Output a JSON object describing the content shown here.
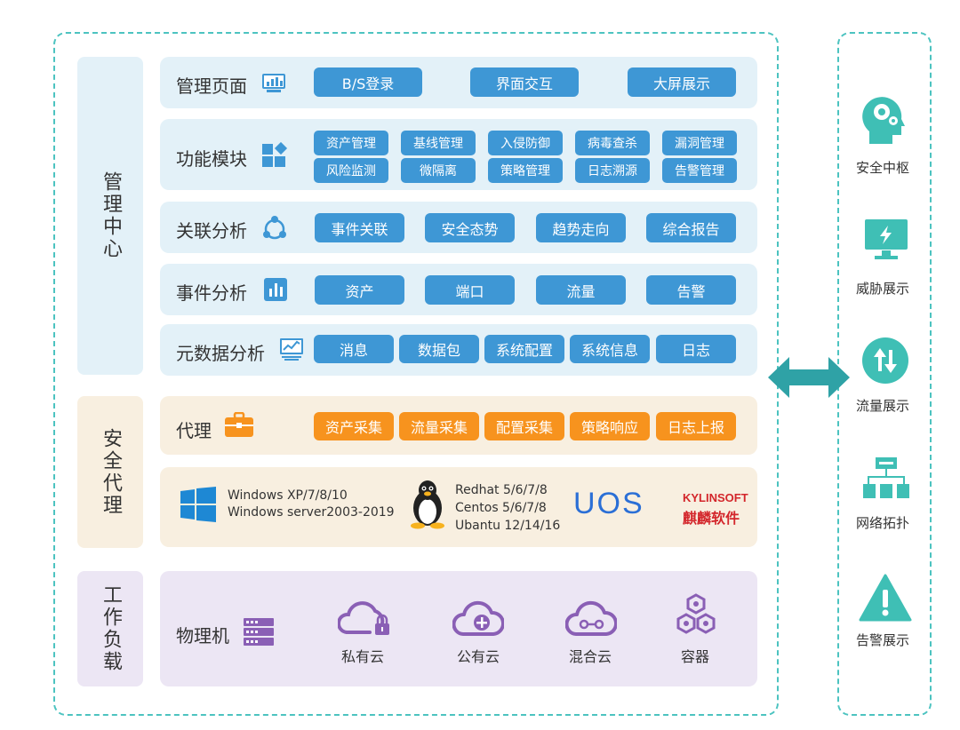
{
  "sections": {
    "management": "管理中心",
    "agent": "安全代理",
    "workload": "工作负载"
  },
  "rows": {
    "page": {
      "title": "管理页面",
      "chips": [
        "B/S登录",
        "界面交互",
        "大屏展示"
      ]
    },
    "modules": {
      "title": "功能模块",
      "chips": [
        "资产管理",
        "基线管理",
        "入侵防御",
        "病毒查杀",
        "漏洞管理",
        "风险监测",
        "微隔离",
        "策略管理",
        "日志溯源",
        "告警管理"
      ]
    },
    "correlation": {
      "title": "关联分析",
      "chips": [
        "事件关联",
        "安全态势",
        "趋势走向",
        "综合报告"
      ]
    },
    "event": {
      "title": "事件分析",
      "chips": [
        "资产",
        "端口",
        "流量",
        "告警"
      ]
    },
    "metadata": {
      "title": "元数据分析",
      "chips": [
        "消息",
        "数据包",
        "系统配置",
        "系统信息",
        "日志"
      ]
    },
    "proxy": {
      "title": "代理",
      "chips": [
        "资产采集",
        "流量采集",
        "配置采集",
        "策略响应",
        "日志上报"
      ]
    }
  },
  "os": {
    "windows": [
      "Windows XP/7/8/10",
      "Windows server2003-2019"
    ],
    "linux": [
      "Redhat 5/6/7/8",
      "Centos 5/6/7/8",
      "Ubantu 12/14/16"
    ],
    "uos": "UOS",
    "kylin_top": "KYLINSOFT",
    "kylin_bottom": "麒麟软件"
  },
  "workload": {
    "physical": "物理机",
    "private_cloud": "私有云",
    "public_cloud": "公有云",
    "hybrid_cloud": "混合云",
    "container": "容器"
  },
  "right_panel": [
    "安全中枢",
    "威胁展示",
    "流量展示",
    "网络拓扑",
    "告警展示"
  ],
  "colors": {
    "teal": "#4cc3c0",
    "blue_chip": "#3e97d5",
    "orange_chip": "#f7931e",
    "blue_bg": "#e3f1f8",
    "beige_bg": "#f8efe0",
    "purple_bg": "#ece6f4",
    "purple_icon": "#8a5fb5"
  }
}
